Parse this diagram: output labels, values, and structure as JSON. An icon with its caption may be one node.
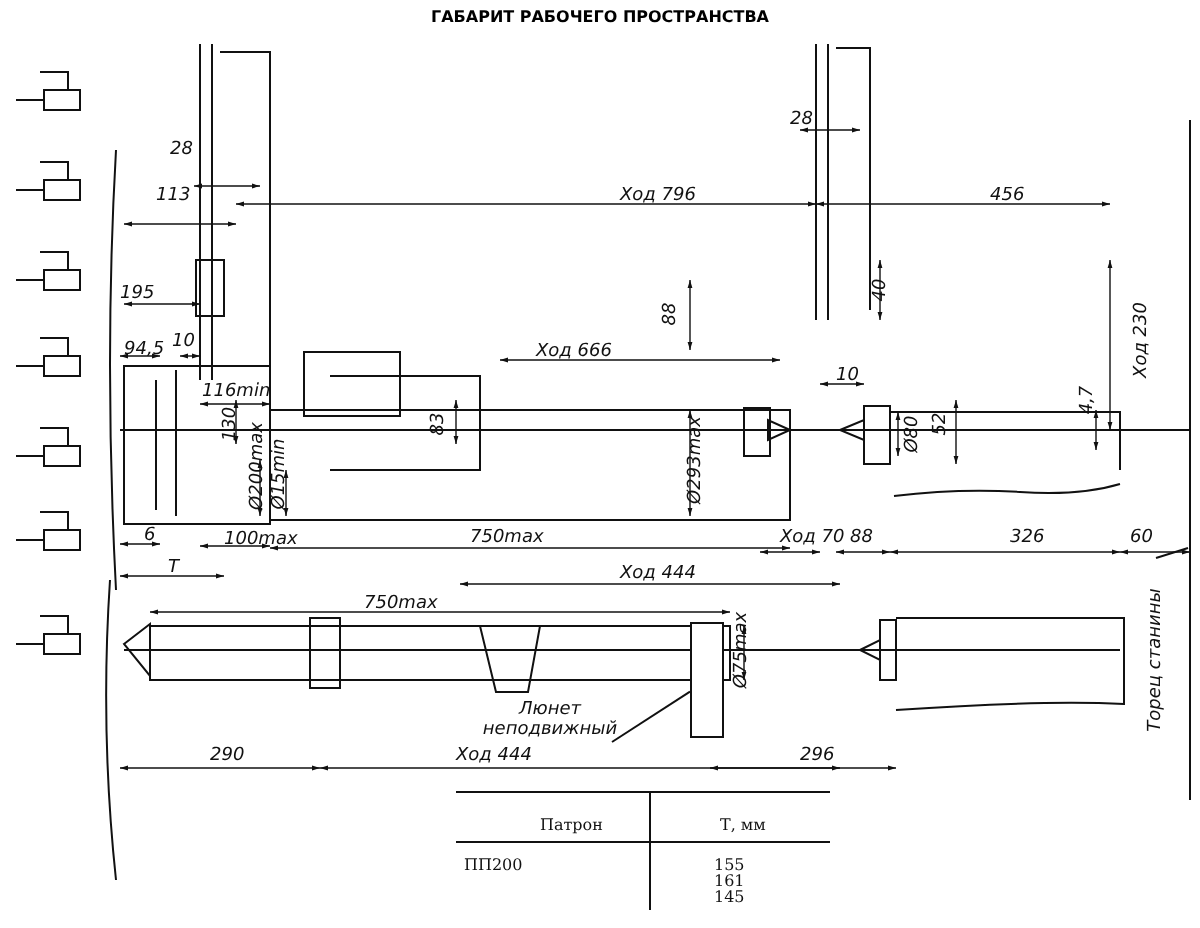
{
  "diagram": {
    "title": "ГАБАРИТ РАБОЧЕГО ПРОСТРАНСТВА",
    "nodes": [
      {
        "text": [
          "Люнет неподвижный"
        ]
      },
      {
        "text": [],
        "shape": "box"
      },
      {
        "text": [
          "Торец станины"
        ]
      }
    ],
    "edges": [
      {
        "from": 0,
        "to": 1,
        "arrow": "none"
      },
      {
        "from": 2,
        "to": null,
        "arrow": "none"
      }
    ],
    "labels": [
      "28",
      "113",
      "Ход 796",
      "28",
      "456",
      "195",
      "88",
      "40",
      "Ход 230",
      "94,5",
      "10",
      "Ход 666",
      "116min",
      "130",
      "83",
      "10",
      "4,7",
      "Ø200max",
      "Ø15min",
      "Ø293max",
      "Ø80",
      "52",
      "6",
      "100max",
      "750max",
      "Ход 70",
      "88",
      "326",
      "60",
      "Т",
      "Ход 444",
      "750max",
      "Ø75max",
      "290",
      "Ход 444",
      "296",
      "Патрон",
      "Т, мм",
      "ПП200",
      "155",
      "161",
      "145"
    ]
  }
}
